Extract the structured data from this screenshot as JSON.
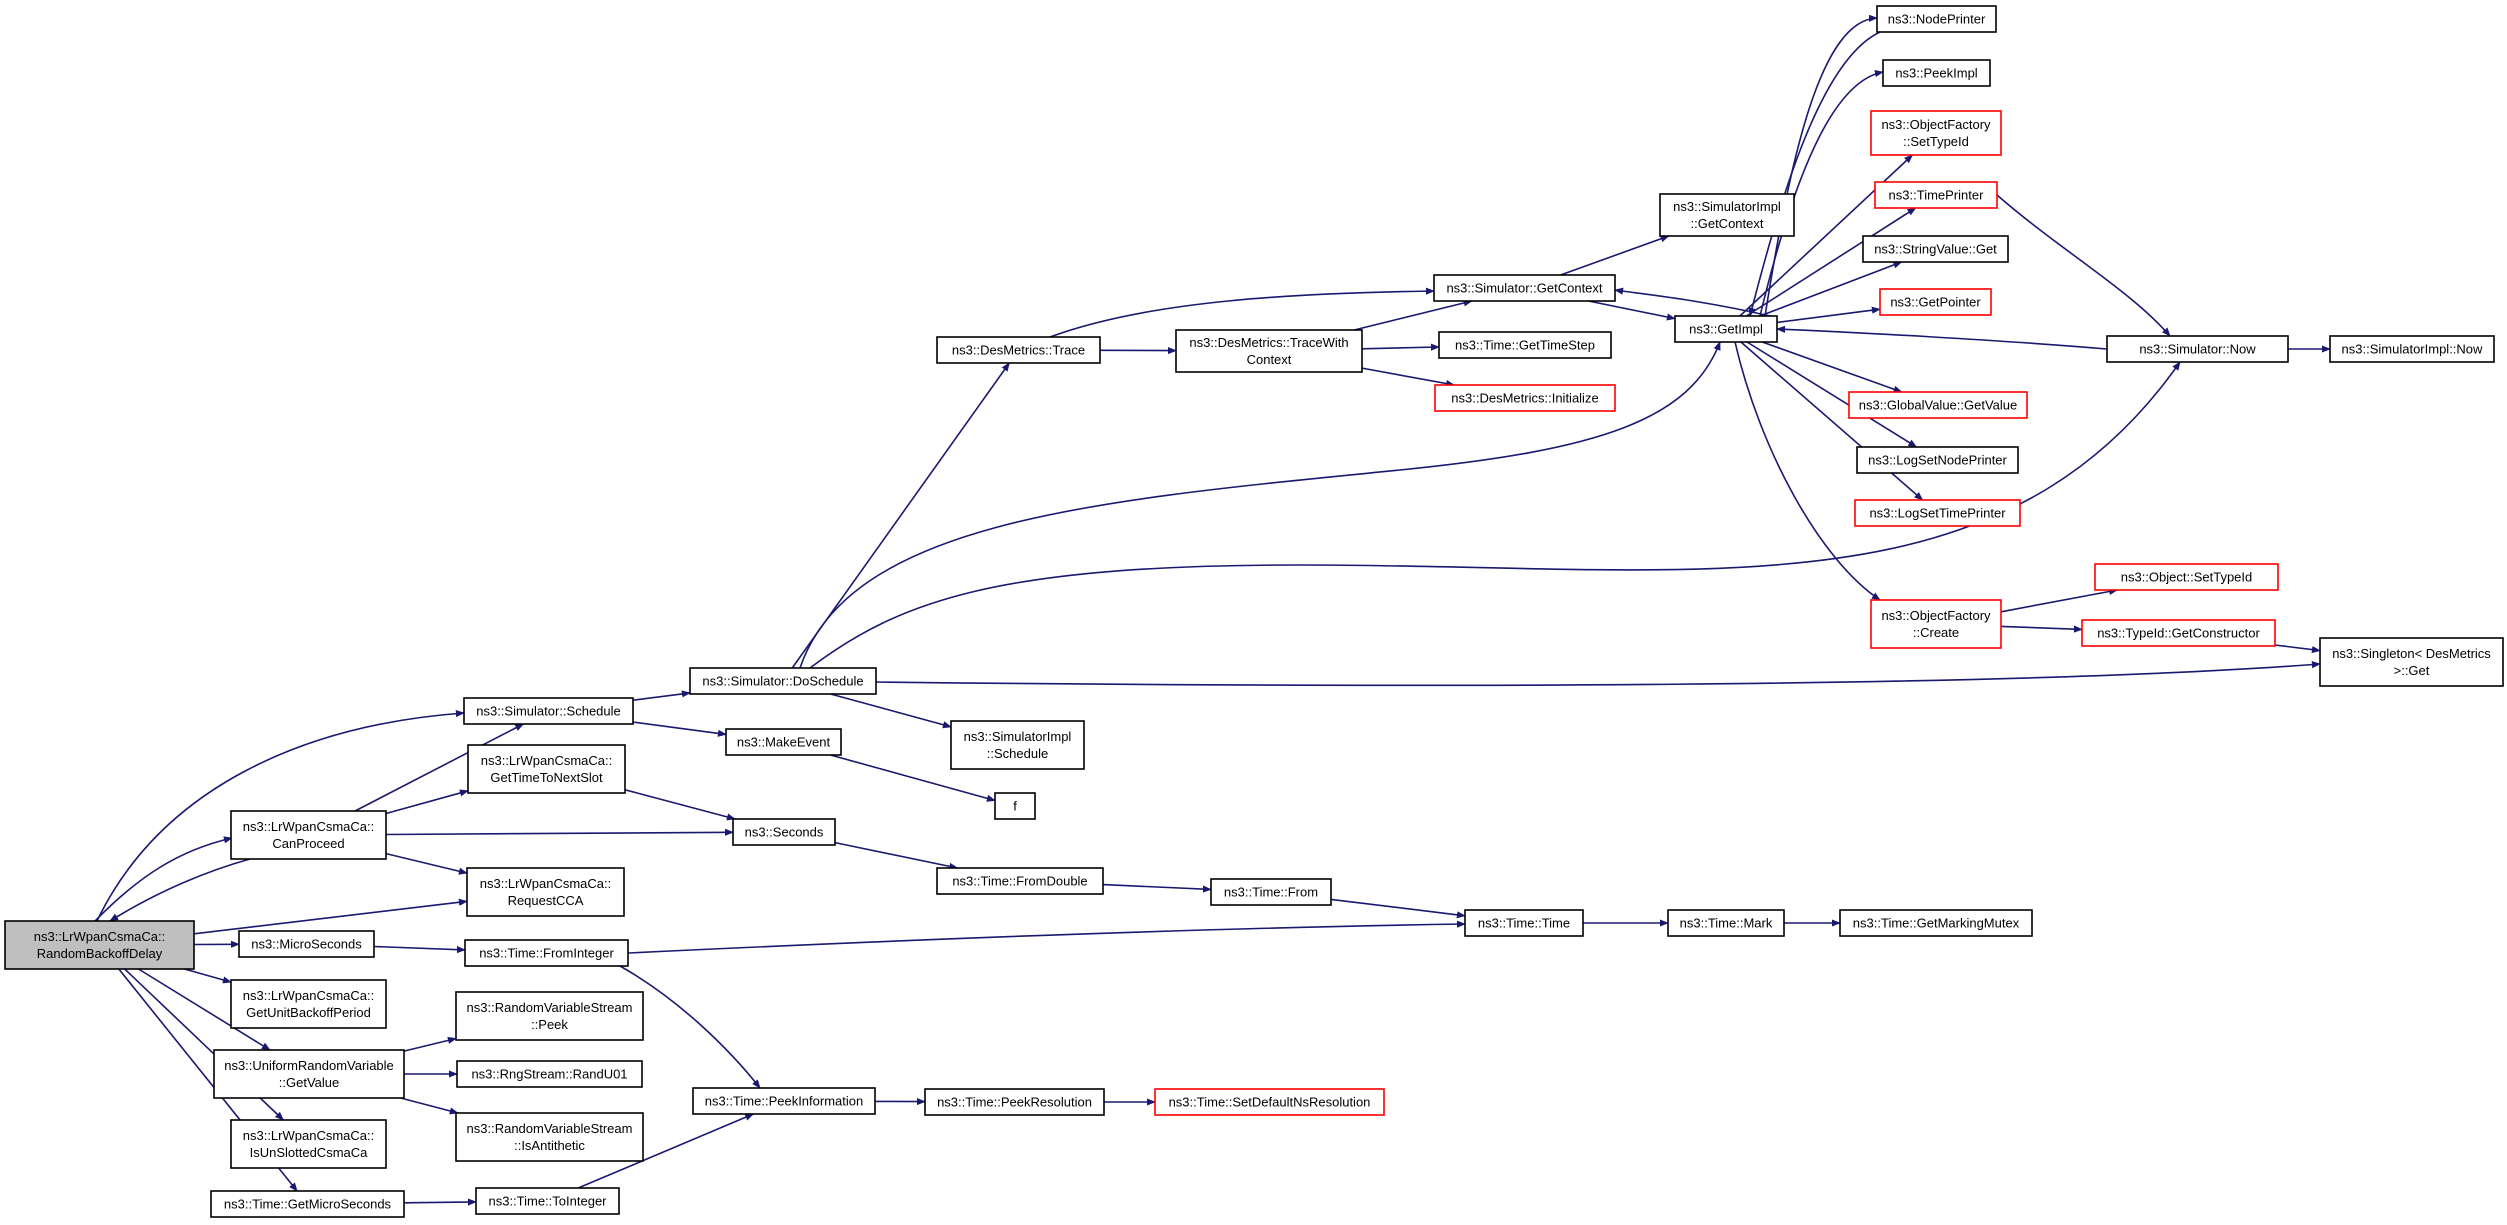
{
  "graph": {
    "nodes": [
      {
        "id": "root",
        "lines": [
          "ns3::LrWpanCsmaCa::",
          "RandomBackoffDelay"
        ],
        "style": "root"
      },
      {
        "id": "canproceed",
        "lines": [
          "ns3::LrWpanCsmaCa::",
          "CanProceed"
        ],
        "style": "normal"
      },
      {
        "id": "schedule",
        "lines": [
          "ns3::Simulator::Schedule"
        ],
        "style": "normal"
      },
      {
        "id": "getnextslot",
        "lines": [
          "ns3::LrWpanCsmaCa::",
          "GetTimeToNextSlot"
        ],
        "style": "normal"
      },
      {
        "id": "requestcca",
        "lines": [
          "ns3::LrWpanCsmaCa::",
          "RequestCCA"
        ],
        "style": "normal"
      },
      {
        "id": "microseconds",
        "lines": [
          "ns3::MicroSeconds"
        ],
        "style": "normal"
      },
      {
        "id": "getunitbackoff",
        "lines": [
          "ns3::LrWpanCsmaCa::",
          "GetUnitBackoffPeriod"
        ],
        "style": "normal"
      },
      {
        "id": "urvgetvalue",
        "lines": [
          "ns3::UniformRandomVariable",
          "::GetValue"
        ],
        "style": "normal"
      },
      {
        "id": "isunslotted",
        "lines": [
          "ns3::LrWpanCsmaCa::",
          "IsUnSlottedCsmaCa"
        ],
        "style": "normal"
      },
      {
        "id": "getmicroseconds",
        "lines": [
          "ns3::Time::GetMicroSeconds"
        ],
        "style": "normal"
      },
      {
        "id": "doschedule",
        "lines": [
          "ns3::Simulator::DoSchedule"
        ],
        "style": "normal"
      },
      {
        "id": "makeevent",
        "lines": [
          "ns3::MakeEvent"
        ],
        "style": "normal"
      },
      {
        "id": "seconds",
        "lines": [
          "ns3::Seconds"
        ],
        "style": "normal"
      },
      {
        "id": "fromdouble",
        "lines": [
          "ns3::Time::FromDouble"
        ],
        "style": "normal"
      },
      {
        "id": "fromint",
        "lines": [
          "ns3::Time::FromInteger"
        ],
        "style": "normal"
      },
      {
        "id": "rvspeek",
        "lines": [
          "ns3::RandomVariableStream",
          "::Peek"
        ],
        "style": "normal"
      },
      {
        "id": "randu01",
        "lines": [
          "ns3::RngStream::RandU01"
        ],
        "style": "normal"
      },
      {
        "id": "isantithetic",
        "lines": [
          "ns3::RandomVariableStream",
          "::IsAntithetic"
        ],
        "style": "normal"
      },
      {
        "id": "tointeger",
        "lines": [
          "ns3::Time::ToInteger"
        ],
        "style": "normal"
      },
      {
        "id": "peekinfo",
        "lines": [
          "ns3::Time::PeekInformation"
        ],
        "style": "normal"
      },
      {
        "id": "peekres",
        "lines": [
          "ns3::Time::PeekResolution"
        ],
        "style": "normal"
      },
      {
        "id": "setdefns",
        "lines": [
          "ns3::Time::SetDefaultNsResolution"
        ],
        "style": "red"
      },
      {
        "id": "dmtrace",
        "lines": [
          "ns3::DesMetrics::Trace"
        ],
        "style": "normal"
      },
      {
        "id": "simimplschedule",
        "lines": [
          "ns3::SimulatorImpl",
          "::Schedule"
        ],
        "style": "normal"
      },
      {
        "id": "f",
        "lines": [
          "f"
        ],
        "style": "normal"
      },
      {
        "id": "timefrom",
        "lines": [
          "ns3::Time::From"
        ],
        "style": "normal"
      },
      {
        "id": "timetime",
        "lines": [
          "ns3::Time::Time"
        ],
        "style": "normal"
      },
      {
        "id": "timemark",
        "lines": [
          "ns3::Time::Mark"
        ],
        "style": "normal"
      },
      {
        "id": "getmarkingmutex",
        "lines": [
          "ns3::Time::GetMarkingMutex"
        ],
        "style": "normal"
      },
      {
        "id": "tracewithctx",
        "lines": [
          "ns3::DesMetrics::TraceWith",
          "Context"
        ],
        "style": "normal"
      },
      {
        "id": "simgetctx",
        "lines": [
          "ns3::Simulator::GetContext"
        ],
        "style": "normal"
      },
      {
        "id": "gettimestep",
        "lines": [
          "ns3::Time::GetTimeStep"
        ],
        "style": "normal"
      },
      {
        "id": "dminit",
        "lines": [
          "ns3::DesMetrics::Initialize"
        ],
        "style": "red"
      },
      {
        "id": "simimplgetctx",
        "lines": [
          "ns3::SimulatorImpl",
          "::GetContext"
        ],
        "style": "normal"
      },
      {
        "id": "getimpl",
        "lines": [
          "ns3::GetImpl"
        ],
        "style": "normal"
      },
      {
        "id": "nodeprinter",
        "lines": [
          "ns3::NodePrinter"
        ],
        "style": "normal"
      },
      {
        "id": "peekimpl",
        "lines": [
          "ns3::PeekImpl"
        ],
        "style": "normal"
      },
      {
        "id": "ofsettypeid",
        "lines": [
          "ns3::ObjectFactory",
          "::SetTypeId"
        ],
        "style": "red"
      },
      {
        "id": "timeprinter",
        "lines": [
          "ns3::TimePrinter"
        ],
        "style": "red"
      },
      {
        "id": "stringvalueget",
        "lines": [
          "ns3::StringValue::Get"
        ],
        "style": "normal"
      },
      {
        "id": "getpointer",
        "lines": [
          "ns3::GetPointer"
        ],
        "style": "red"
      },
      {
        "id": "globalvalue",
        "lines": [
          "ns3::GlobalValue::GetValue"
        ],
        "style": "red"
      },
      {
        "id": "logsetnode",
        "lines": [
          "ns3::LogSetNodePrinter"
        ],
        "style": "normal"
      },
      {
        "id": "logsettime",
        "lines": [
          "ns3::LogSetTimePrinter"
        ],
        "style": "red"
      },
      {
        "id": "ofcreate",
        "lines": [
          "ns3::ObjectFactory",
          "::Create"
        ],
        "style": "red"
      },
      {
        "id": "objsettypeid",
        "lines": [
          "ns3::Object::SetTypeId"
        ],
        "style": "red"
      },
      {
        "id": "typeidgetctor",
        "lines": [
          "ns3::TypeId::GetConstructor"
        ],
        "style": "red"
      },
      {
        "id": "simnow",
        "lines": [
          "ns3::Simulator::Now"
        ],
        "style": "normal"
      },
      {
        "id": "simimplnow",
        "lines": [
          "ns3::SimulatorImpl::Now"
        ],
        "style": "normal"
      },
      {
        "id": "singleton",
        "lines": [
          "ns3::Singleton< DesMetrics",
          " >::Get"
        ],
        "style": "normal"
      }
    ]
  }
}
